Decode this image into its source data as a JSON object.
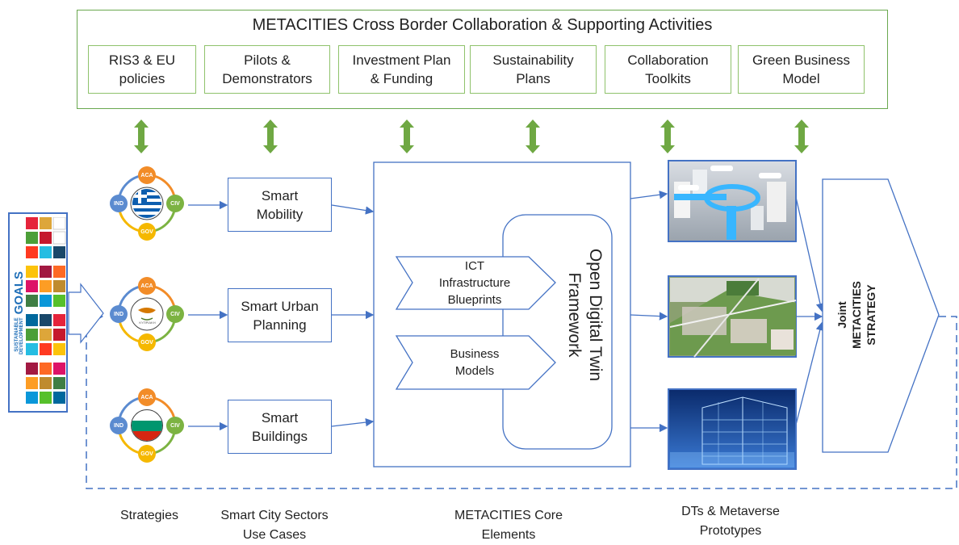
{
  "top": {
    "title": "METACITIES Cross Border Collaboration & Supporting Activities",
    "activities": [
      {
        "label": "RIS3 & EU\npolicies"
      },
      {
        "label": "Pilots &\nDemonstrators"
      },
      {
        "label": "Investment Plan\n& Funding"
      },
      {
        "label": "Sustainability\nPlans"
      },
      {
        "label": "Collaboration\nToolkits"
      },
      {
        "label": "Green Business\nModel"
      }
    ]
  },
  "strategies": {
    "node_labels": {
      "aca": "ACA",
      "civ": "CIV",
      "gov": "GOV",
      "ind": "IND"
    },
    "cyprus_flag_text": "ΚΥΠΡΙΑΚΗ"
  },
  "sectors": [
    {
      "label": "Smart\nMobility"
    },
    {
      "label": "Smart Urban\nPlanning"
    },
    {
      "label": "Smart\nBuildings"
    }
  ],
  "core": {
    "framework_label": "Open Digital Twin\nFramework",
    "ict_label": "ICT\nInfrastructure\nBlueprints",
    "business_label": "Business\nModels"
  },
  "strategy_box": {
    "label": "Joint\nMETACITIES\nSTRATEGY"
  },
  "sdg": {
    "label": "SUSTAINABLE\nDEVELOPMENT",
    "goals_word": "GOALS"
  },
  "bottom_labels": [
    {
      "label": "Strategies"
    },
    {
      "label": "Smart City Sectors\nUse Cases"
    },
    {
      "label": "METACITIES Core\nElements"
    },
    {
      "label": "DTs & Metaverse\nPrototypes"
    }
  ],
  "colors": {
    "green": "#6aa84f",
    "arrow_green": "#6fa843",
    "blue": "#4472c4",
    "aca": "#f28c28",
    "civ": "#7cb342",
    "gov": "#f5b800",
    "ind": "#5b8bd0"
  }
}
